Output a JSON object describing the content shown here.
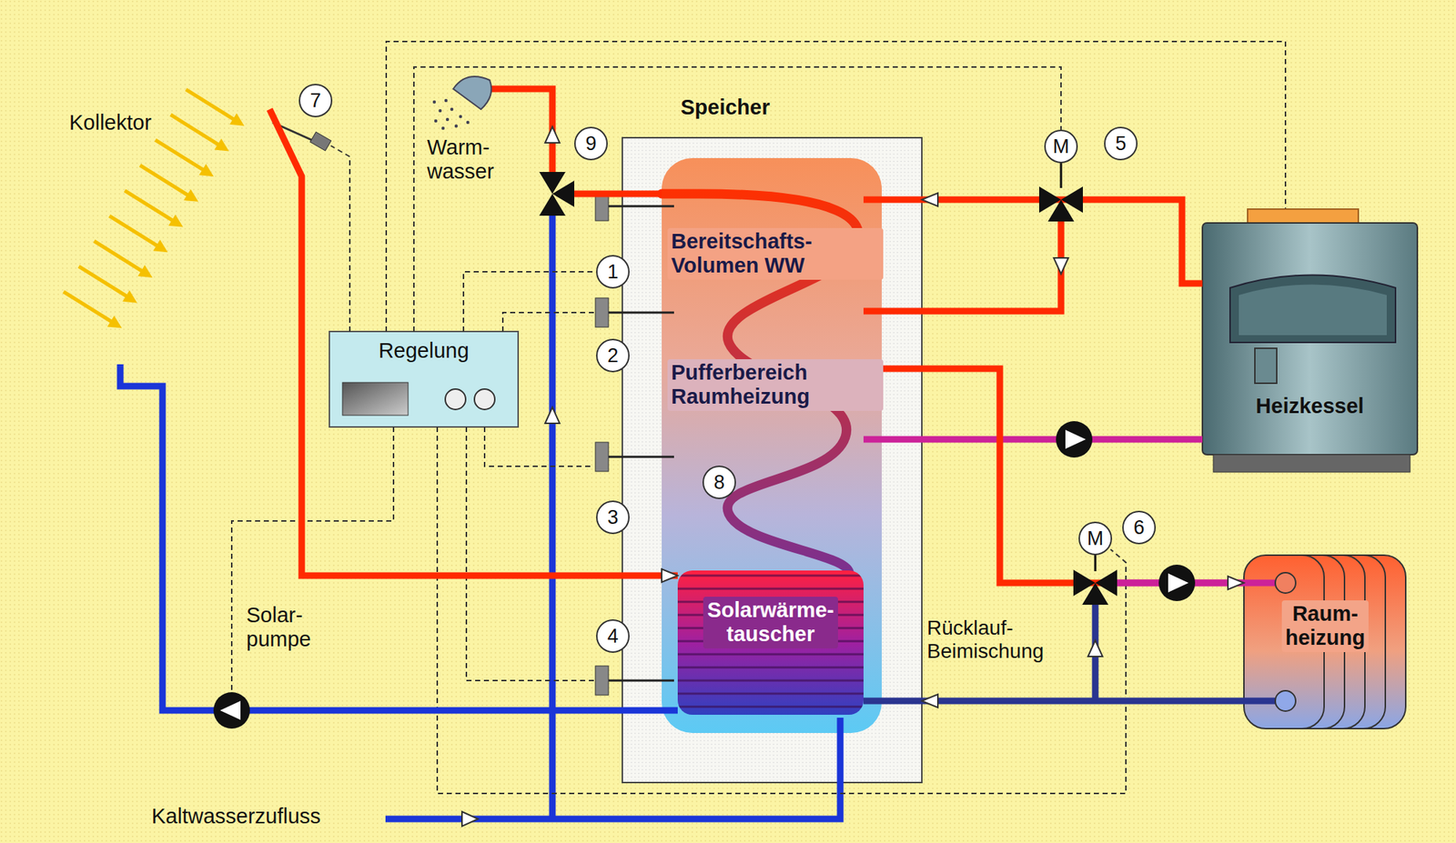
{
  "diagram": {
    "nodes": [
      {
        "text": [
          "Kollektor"
        ]
      },
      {
        "text": [
          "Regelung"
        ]
      },
      {
        "text": [
          "Speicher",
          "Bereitschafts- Volumen WW",
          "Pufferbereich Raumheizung"
        ]
      },
      {
        "text": [
          "Solarwärme- tauscher"
        ],
        "in": 2
      },
      {
        "text": [
          "Heizkessel"
        ]
      },
      {
        "text": [
          "Raum- heizung"
        ]
      }
    ],
    "edges": [
      {
        "from": 0,
        "to": 3,
        "arrow": "to"
      },
      {
        "from": 3,
        "to": 0,
        "arrow": "none"
      },
      {
        "from": 4,
        "to": 2,
        "arrow": "to"
      },
      {
        "from": 2,
        "to": 4,
        "arrow": "none"
      },
      {
        "from": 2,
        "to": 5,
        "arrow": "to"
      },
      {
        "from": 5,
        "to": 2,
        "arrow": "to"
      }
    ],
    "labels": [
      "Warm- wasser",
      "9",
      "7",
      "1",
      "2",
      "3",
      "4",
      "8",
      "5",
      "M",
      "6",
      "M",
      "Solar- pumpe",
      "Rücklauf- Beimischung",
      "Kaltwasserzufluss"
    ]
  }
}
